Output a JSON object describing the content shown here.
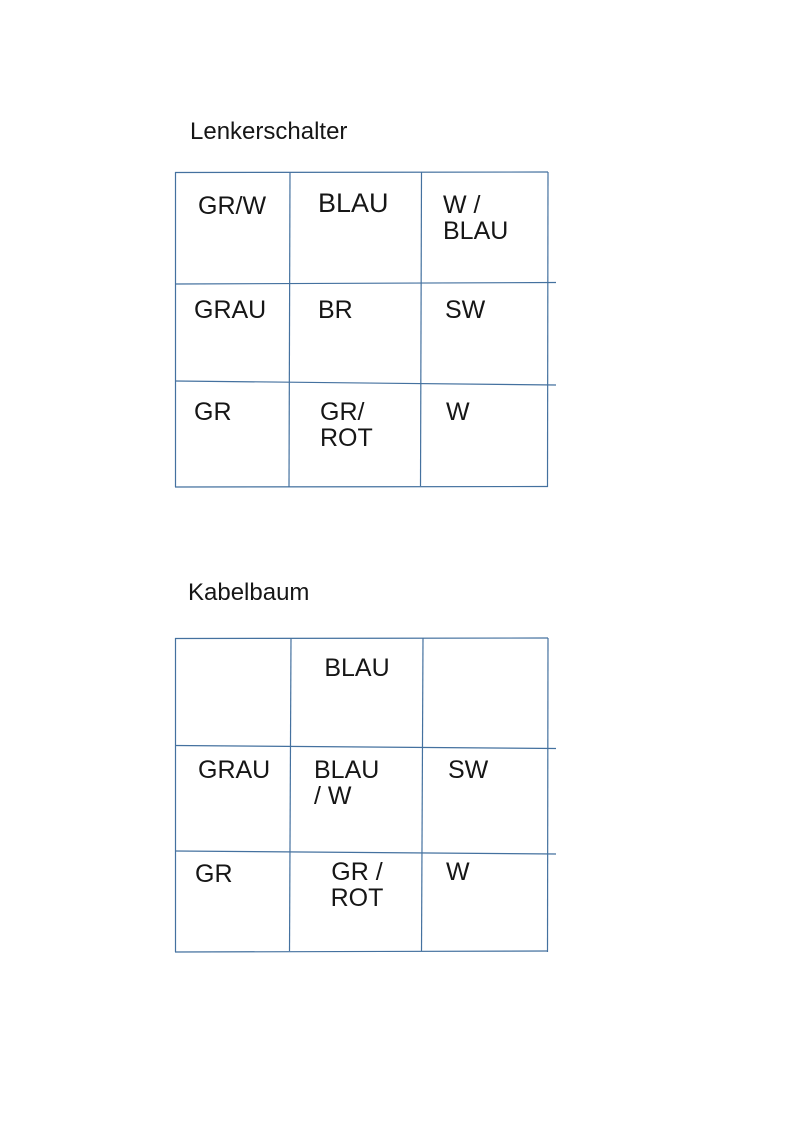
{
  "page": {
    "background_color": "#ffffff",
    "text_color": "#161616"
  },
  "colors": {
    "grid_line": "#44719f"
  },
  "tables": [
    {
      "title": "Lenkerschalter",
      "rows": [
        [
          "GR/W",
          "BLAU",
          "W /\nBLAU"
        ],
        [
          "GRAU",
          "BR",
          "SW"
        ],
        [
          "GR",
          "GR/\nROT",
          "W"
        ]
      ]
    },
    {
      "title": "Kabelbaum",
      "rows": [
        [
          "",
          "BLAU",
          ""
        ],
        [
          "GRAU",
          "BLAU\n/ W",
          "SW"
        ],
        [
          "GR",
          "GR /\nROT",
          "W"
        ]
      ]
    }
  ]
}
